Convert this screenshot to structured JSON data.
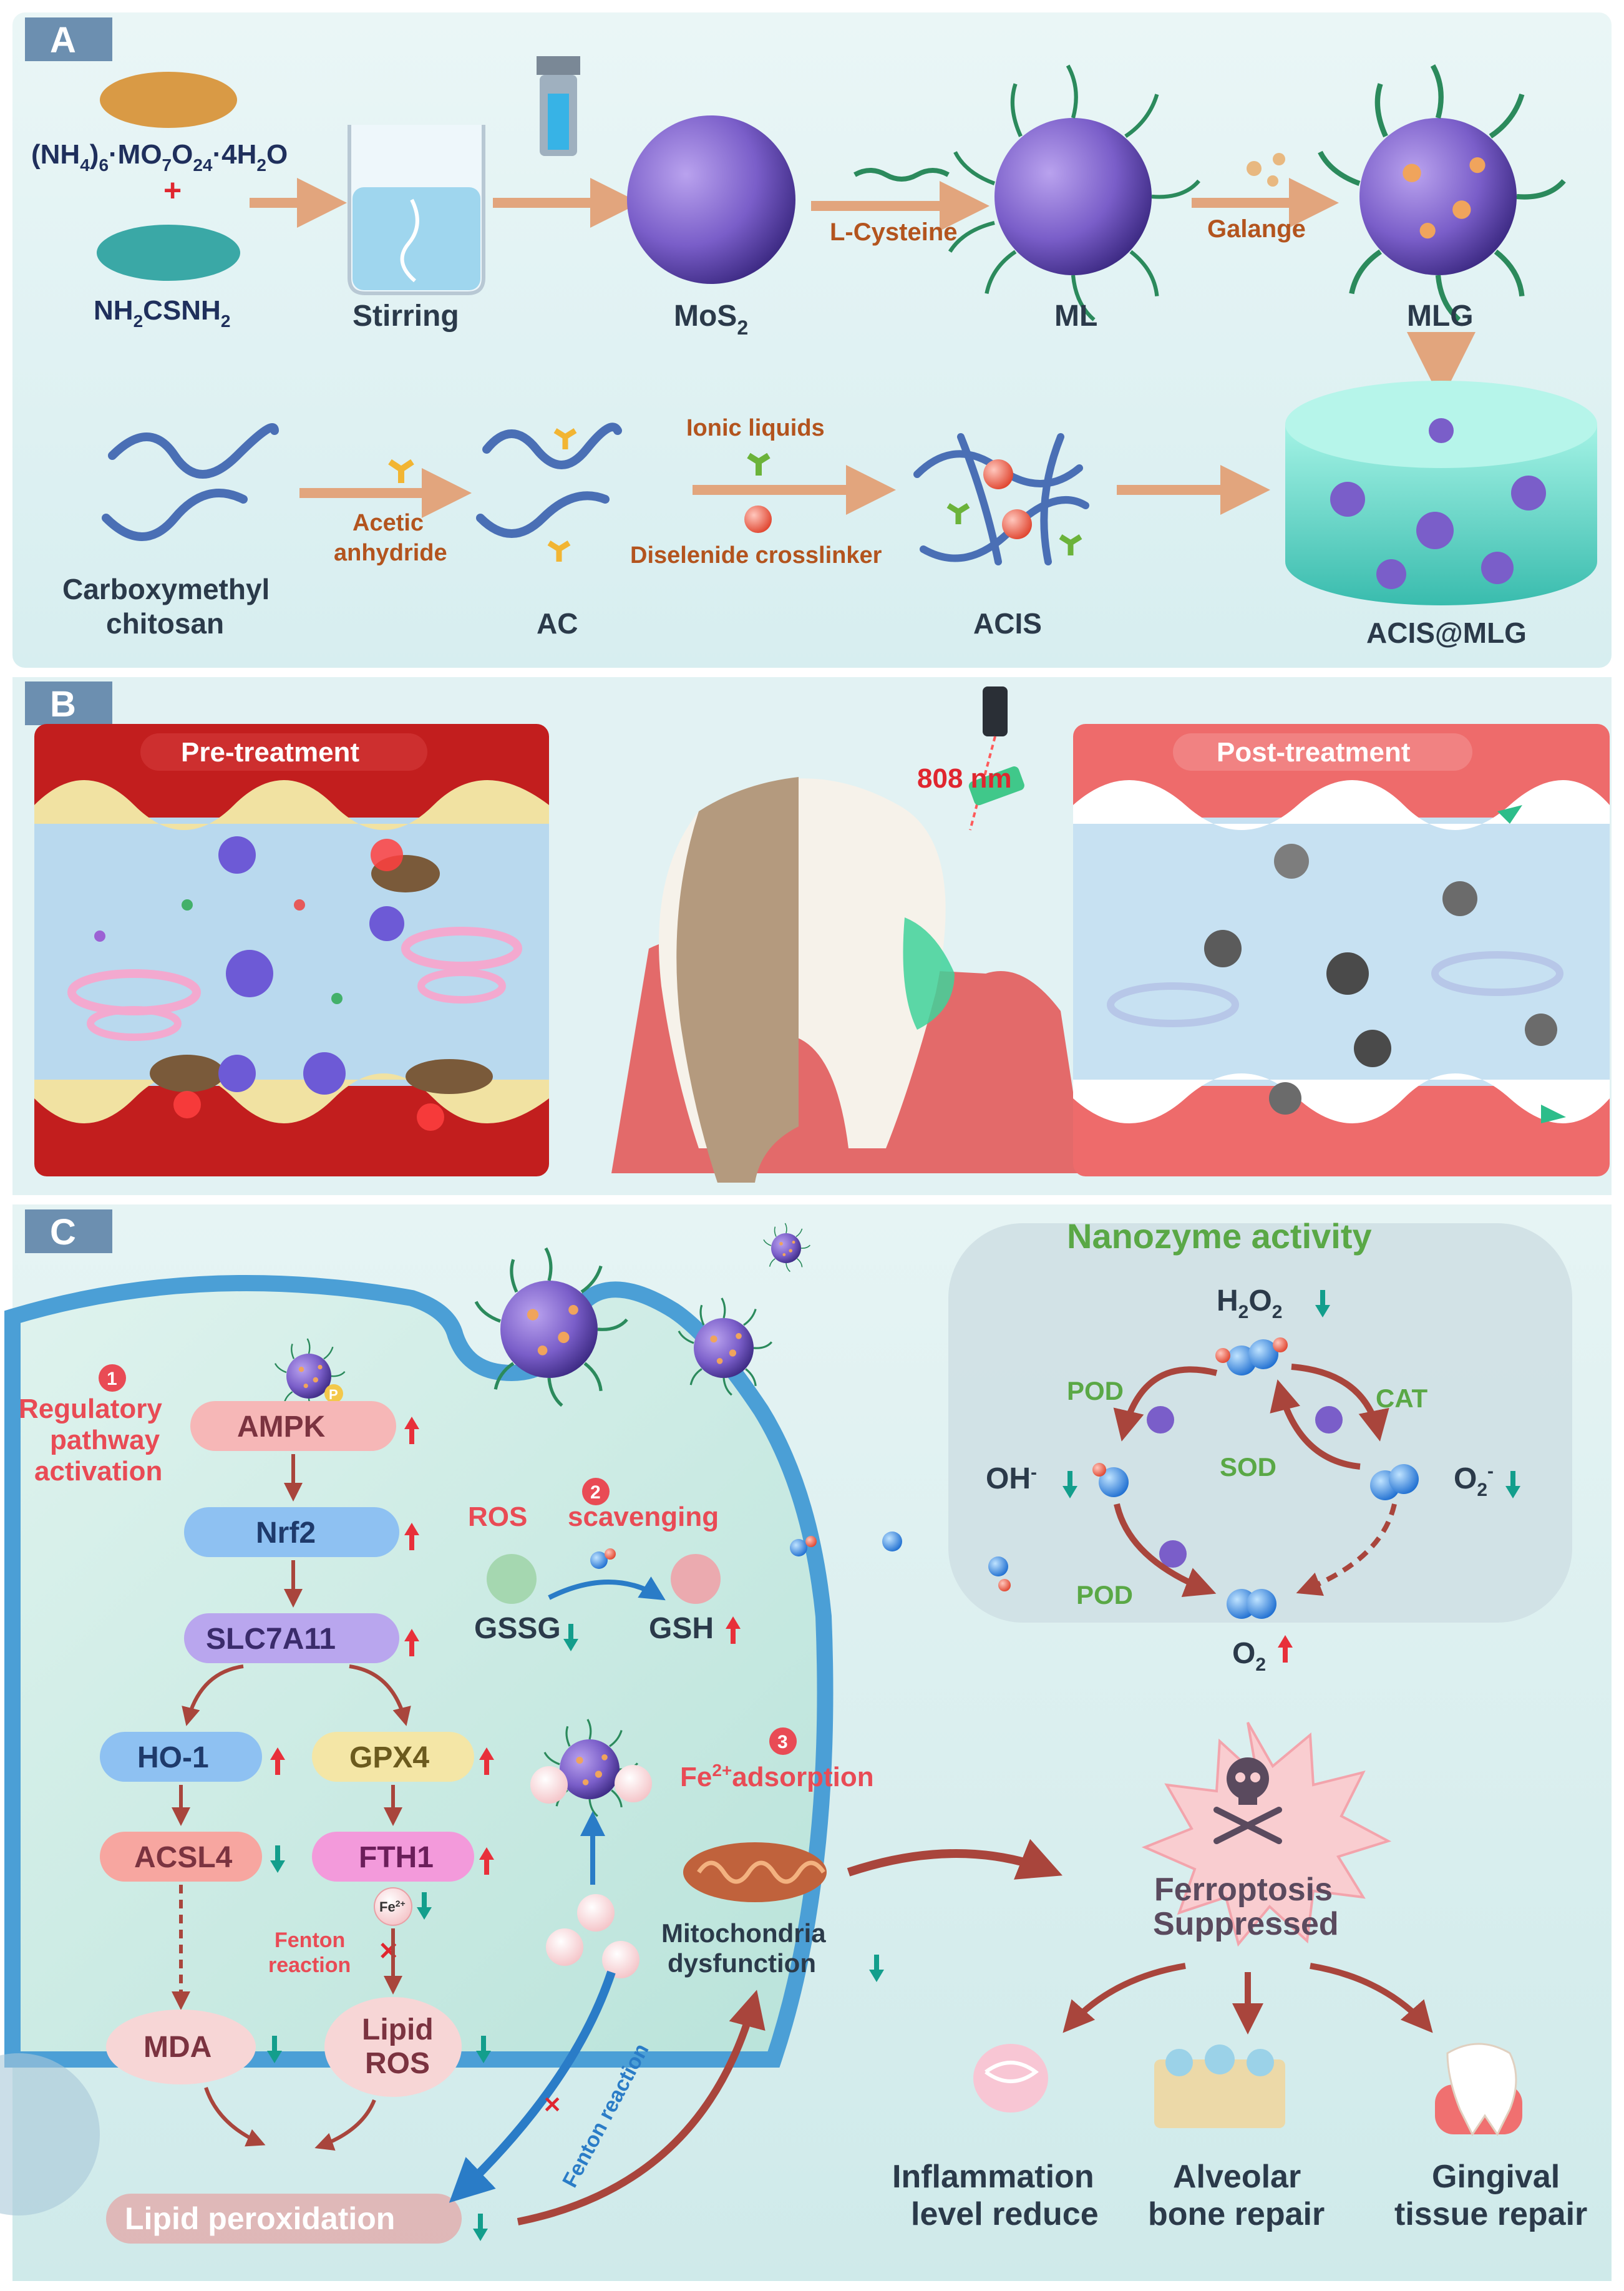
{
  "panelA": {
    "tag": "A",
    "reagent1_pre": "(NH",
    "reagent1_s1": "4",
    "reagent1_mid": ")",
    "reagent1_s2": "6",
    "reagent1_m2": "·MO",
    "reagent1_s3": "7",
    "reagent1_m3": "O",
    "reagent1_s4": "24",
    "reagent1_m4": "·4H",
    "reagent1_s5": "2",
    "reagent1_end": "O",
    "plus": "+",
    "reagent2_pre": "NH",
    "reagent2_s1": "2",
    "reagent2_mid": "CSNH",
    "reagent2_s2": "2",
    "stirring": "Stirring",
    "mos2": "MoS",
    "mos2_sub": "2",
    "lcysteine": "L-Cysteine",
    "ml": "ML",
    "galange": "Galange",
    "mlg": "MLG",
    "carboxymethyl1": "Carboxymethyl",
    "carboxymethyl2": "chitosan",
    "acetic1": "Acetic",
    "acetic2": "anhydride",
    "ac": "AC",
    "ionic": "Ionic liquids",
    "diselenide": "Diselenide crosslinker",
    "acis": "ACIS",
    "acismlg": "ACIS@MLG"
  },
  "panelB": {
    "tag": "B",
    "pre": "Pre-treatment",
    "post": "Post-treatment",
    "laser": "808 nm"
  },
  "panelC": {
    "tag": "C",
    "step1_num": "1",
    "step1_line1": "Regulatory",
    "step1_line2": "pathway",
    "step1_line3": "activation",
    "ampk": "AMPK",
    "p": "P",
    "nrf2": "Nrf2",
    "slc": "SLC7A11",
    "ho1": "HO-1",
    "gpx4": "GPX4",
    "acsl4": "ACSL4",
    "fth1": "FTH1",
    "fe": "Fe",
    "fe_sup": "2+",
    "fenton1": "Fenton",
    "fenton2": "reaction",
    "mda": "MDA",
    "lipidros1": "Lipid",
    "lipidros2": "ROS",
    "lipidperox": "Lipid peroxidation",
    "step2_num": "2",
    "ros": "ROS",
    "scavenging": "scavenging",
    "gssg": "GSSG",
    "gsh": "GSH",
    "step3_num": "3",
    "fe_adsorption": "adsorption",
    "fenton_curve": "Fenton reaction",
    "mito1": "Mitochondria",
    "mito2": "dysfunction",
    "nano_title": "Nanozyme activity",
    "h2o2_pre": "H",
    "h2o2_s1": "2",
    "h2o2_mid": "O",
    "h2o2_s2": "2",
    "pod": "POD",
    "cat": "CAT",
    "sod": "SOD",
    "oh": "OH",
    "oh_sup": "-",
    "o2minus": "O",
    "o2minus_sub": "2",
    "o2minus_sup": "-",
    "o2": "O",
    "o2_sub": "2",
    "ferro1": "Ferroptosis",
    "ferro2": "Suppressed",
    "out1a": "Inflammation",
    "out1b": "level reduce",
    "out2a": "Alveolar",
    "out2b": "bone repair",
    "out3a": "Gingival",
    "out3b": "tissue repair"
  },
  "colors": {
    "up_arrow": "#e8303a",
    "down_arrow": "#139e8c",
    "label_brown": "#b3541e",
    "nanozyme_green": "#5aa846",
    "step_red": "#e94b55",
    "dark_text": "#2b3a4a"
  }
}
